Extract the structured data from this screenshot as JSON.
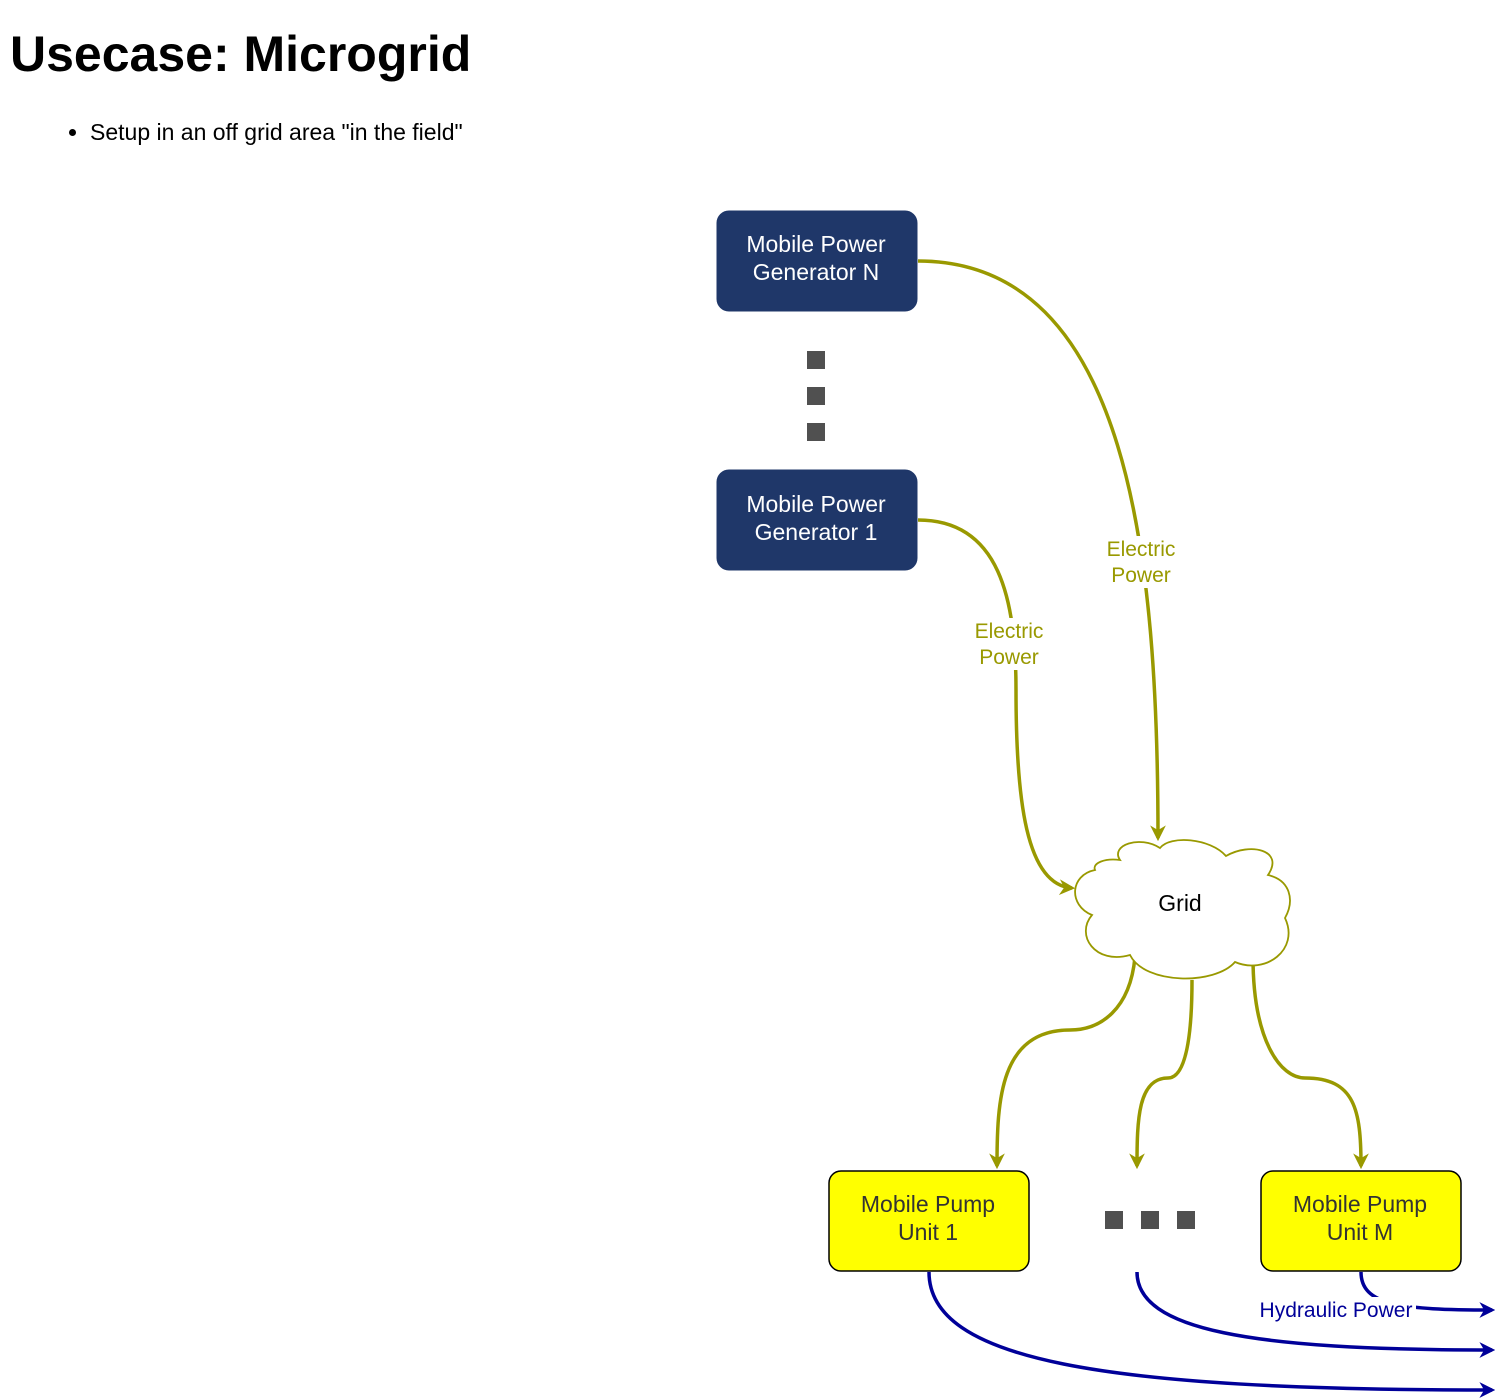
{
  "page": {
    "title": "Usecase: Microgrid",
    "bullets": [
      "Setup in an off grid area \"in the field\""
    ]
  },
  "diagram": {
    "generators": [
      {
        "line1": "Mobile Power",
        "line2": "Generator N"
      },
      {
        "line1": "Mobile Power",
        "line2": "Generator 1"
      }
    ],
    "grid": {
      "label": "Grid"
    },
    "pumps": [
      {
        "line1": "Mobile Pump",
        "line2": "Unit 1"
      },
      {
        "line1": "Mobile Pump",
        "line2": "Unit M"
      }
    ],
    "edge_labels": {
      "electric_a": {
        "line1": "Electric",
        "line2": "Power"
      },
      "electric_b": {
        "line1": "Electric",
        "line2": "Power"
      },
      "hydraulic": "Hydraulic Power"
    },
    "colors": {
      "generator_fill": "#1f3769",
      "generator_text": "#ffffff",
      "pump_fill": "#ffff00",
      "pump_text": "#333333",
      "electric": "#999900",
      "hydraulic": "#000099",
      "ellipsis": "#505050"
    },
    "icons": {
      "vertical_ellipsis": "three-square-dots-vertical",
      "horizontal_ellipsis": "three-square-dots-horizontal"
    }
  }
}
